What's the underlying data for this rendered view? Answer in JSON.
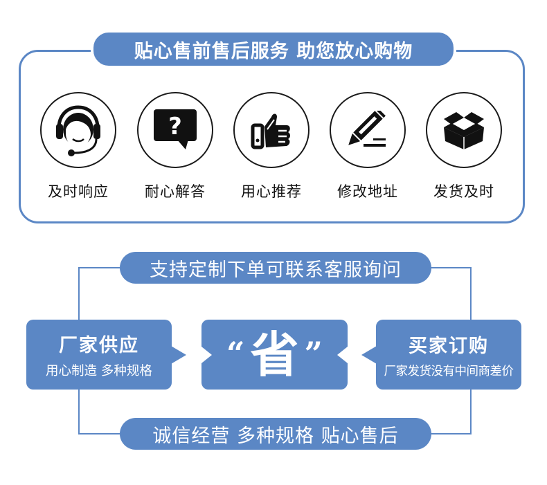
{
  "service_section": {
    "title": "贴心售前售后服务  助您放心购物",
    "features": [
      {
        "icon": "headset-agent-icon",
        "label": "及时响应"
      },
      {
        "icon": "question-bubble-icon",
        "label": "耐心解答"
      },
      {
        "icon": "thumbs-up-icon",
        "label": "用心推荐"
      },
      {
        "icon": "pencil-edit-icon",
        "label": "修改地址"
      },
      {
        "icon": "open-box-icon",
        "label": "发货及时"
      }
    ]
  },
  "flow_section": {
    "top_banner": "支持定制下单可联系客服询问",
    "factory": {
      "title": "厂家供应",
      "subtitle": "用心制造 多种规格"
    },
    "center": {
      "open_quote": "“",
      "word": "省",
      "close_quote": "”"
    },
    "buyer": {
      "title": "买家订购",
      "subtitle": "厂家发货没有中间商差价"
    },
    "bottom_banner": "诚信经营 多种规格 贴心售后"
  },
  "colors": {
    "accent_blue": "#5b87c5",
    "text_dark": "#111111",
    "background": "#ffffff"
  }
}
